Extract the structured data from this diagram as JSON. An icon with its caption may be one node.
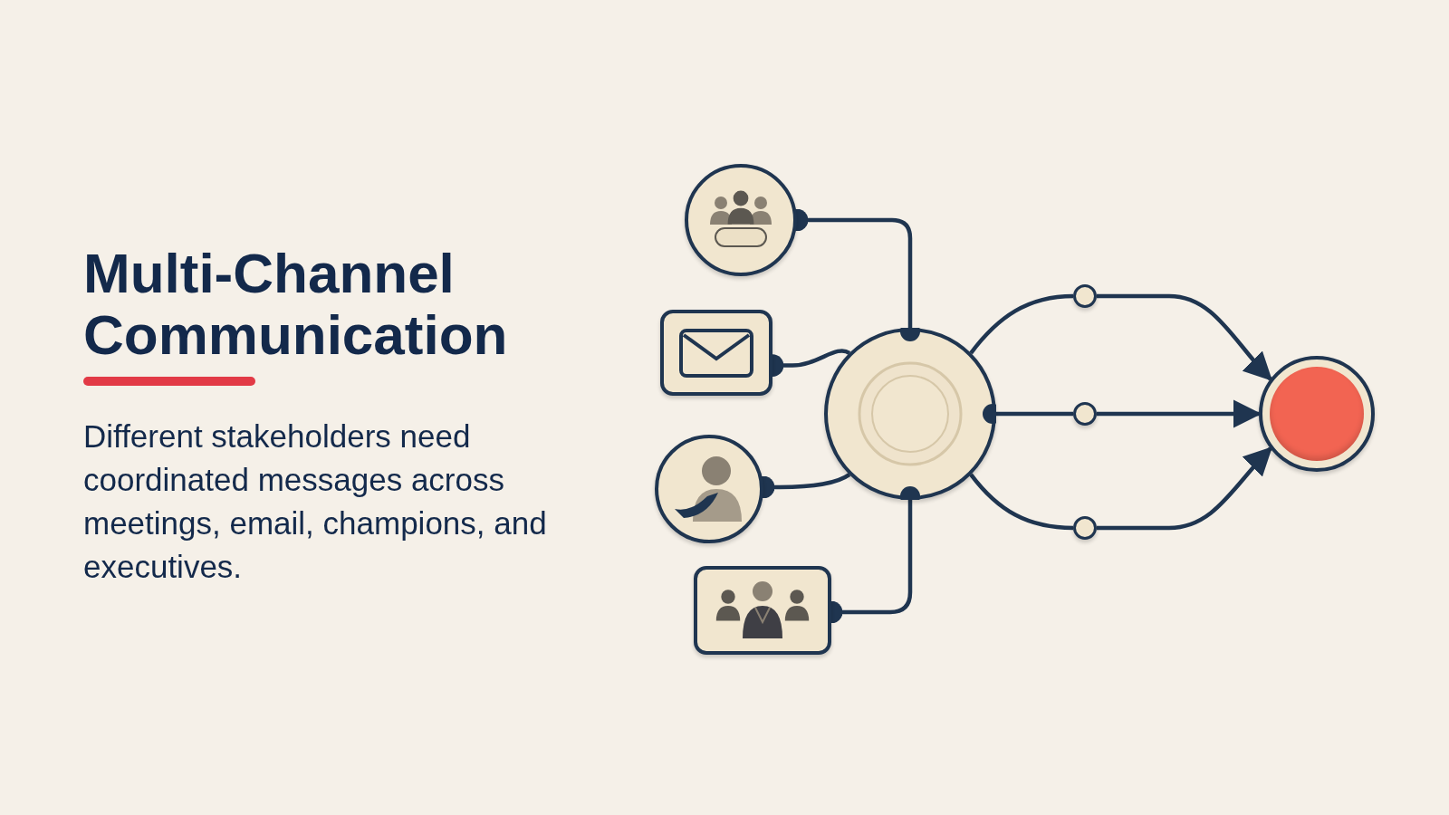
{
  "diagram": {
    "title": "Multi-Channel Communication",
    "caption": "Different stakeholders need coordinated messages across meetings, email, champions, and executives.",
    "nodes": [
      {
        "text": [],
        "shape": "circle"
      },
      {
        "text": [],
        "shape": "box"
      },
      {
        "text": [],
        "shape": "circle"
      },
      {
        "text": [],
        "shape": "box"
      },
      {
        "text": [],
        "shape": "circle"
      },
      {
        "text": [],
        "shape": "circle"
      },
      {
        "text": [],
        "shape": "circle"
      },
      {
        "text": [],
        "shape": "circle"
      },
      {
        "text": [],
        "shape": "circle"
      }
    ],
    "edges": [
      {
        "from": 0,
        "to": 4,
        "arrow": "other"
      },
      {
        "from": 1,
        "to": 4,
        "arrow": "other"
      },
      {
        "from": 2,
        "to": 4,
        "arrow": "other"
      },
      {
        "from": 3,
        "to": 4,
        "arrow": "other"
      },
      {
        "from": 4,
        "to": 5,
        "arrow": "none"
      },
      {
        "from": 5,
        "to": 8,
        "arrow": "to"
      },
      {
        "from": 4,
        "to": 6,
        "arrow": "none"
      },
      {
        "from": 6,
        "to": 8,
        "arrow": "to"
      },
      {
        "from": 4,
        "to": 7,
        "arrow": "none"
      },
      {
        "from": 7,
        "to": 8,
        "arrow": "to"
      }
    ]
  }
}
